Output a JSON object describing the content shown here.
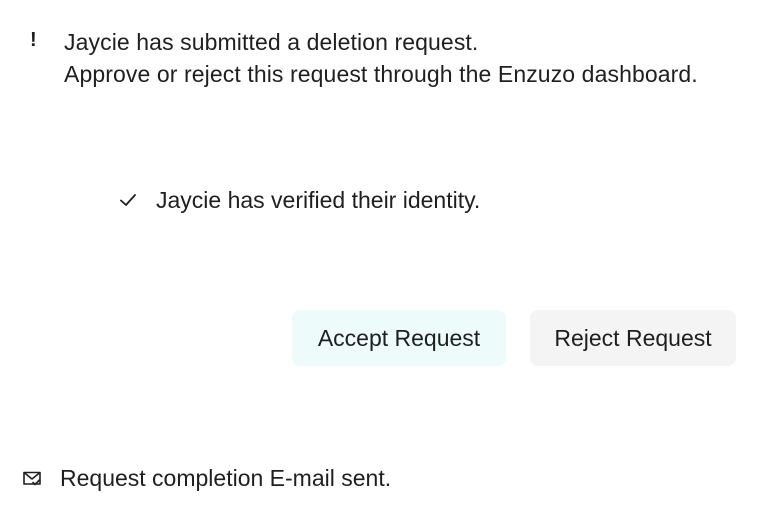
{
  "notice": {
    "icon": "exclamation-icon",
    "line1": "Jaycie has submitted a deletion request.",
    "line2": "Approve or reject this request through the Enzuzo dashboard."
  },
  "verification": {
    "icon": "checkmark-icon",
    "text": "Jaycie has verified their identity."
  },
  "actions": {
    "accept_label": "Accept Request",
    "reject_label": "Reject Request",
    "accept_bg": "#edfcfb",
    "reject_bg": "#f4f4f4"
  },
  "email_status": {
    "icon": "mail-sent-icon",
    "text": "Request completion E-mail sent."
  }
}
